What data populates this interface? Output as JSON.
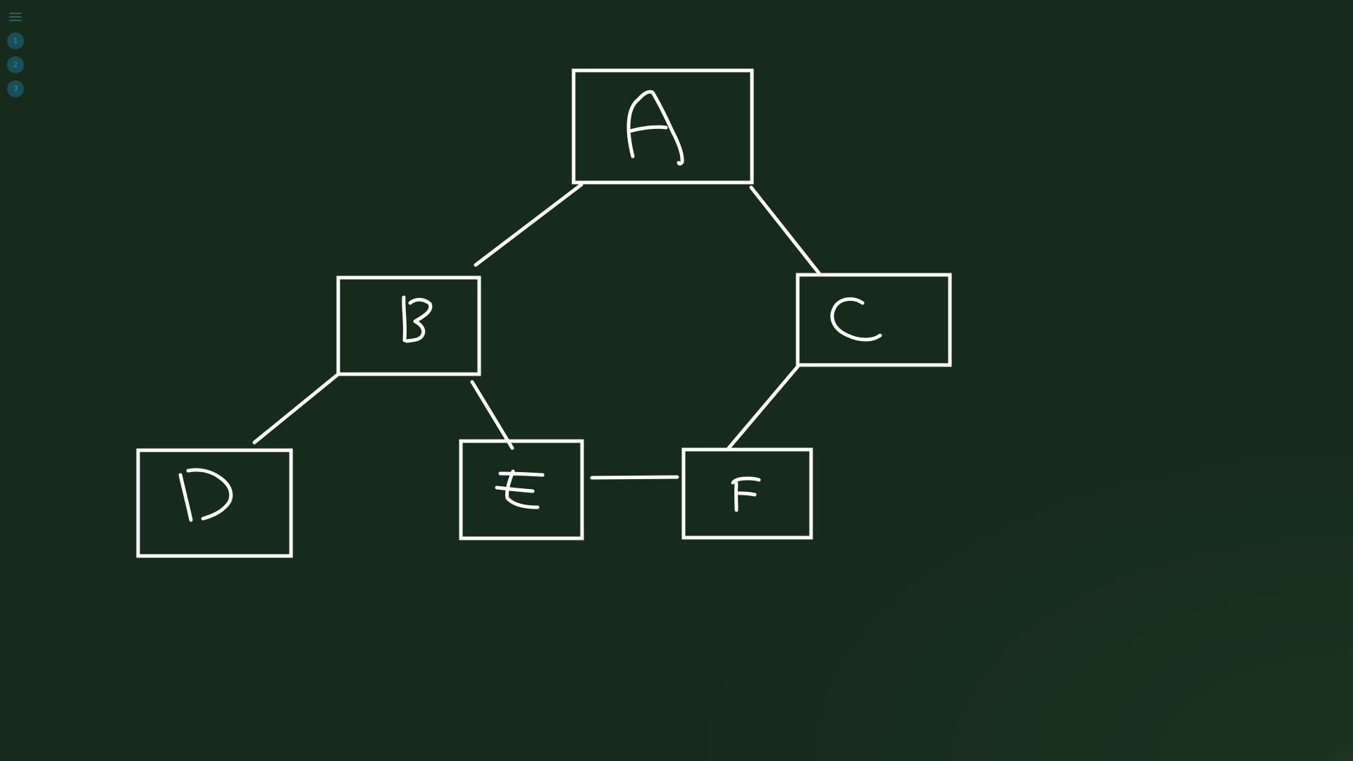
{
  "app": {
    "background_color": "#172b1b",
    "accent_color": "#16505a"
  },
  "toolbar": {
    "menu_icon": "hamburger-menu-icon",
    "pages": [
      {
        "label": "1"
      },
      {
        "label": "2"
      },
      {
        "label": "3"
      }
    ]
  },
  "whiteboard": {
    "stroke_color": "#ffffff",
    "nodes": [
      {
        "id": "A",
        "handwritten": "A"
      },
      {
        "id": "B",
        "handwritten": "B"
      },
      {
        "id": "C",
        "handwritten": "C"
      },
      {
        "id": "D",
        "handwritten": "D"
      },
      {
        "id": "E",
        "handwritten": "E"
      },
      {
        "id": "F",
        "handwritten": "F"
      }
    ],
    "edges": [
      {
        "from": "A",
        "to": "B"
      },
      {
        "from": "A",
        "to": "C"
      },
      {
        "from": "B",
        "to": "D"
      },
      {
        "from": "B",
        "to": "E"
      },
      {
        "from": "C",
        "to": "F"
      },
      {
        "from": "E",
        "to": "F"
      }
    ]
  }
}
